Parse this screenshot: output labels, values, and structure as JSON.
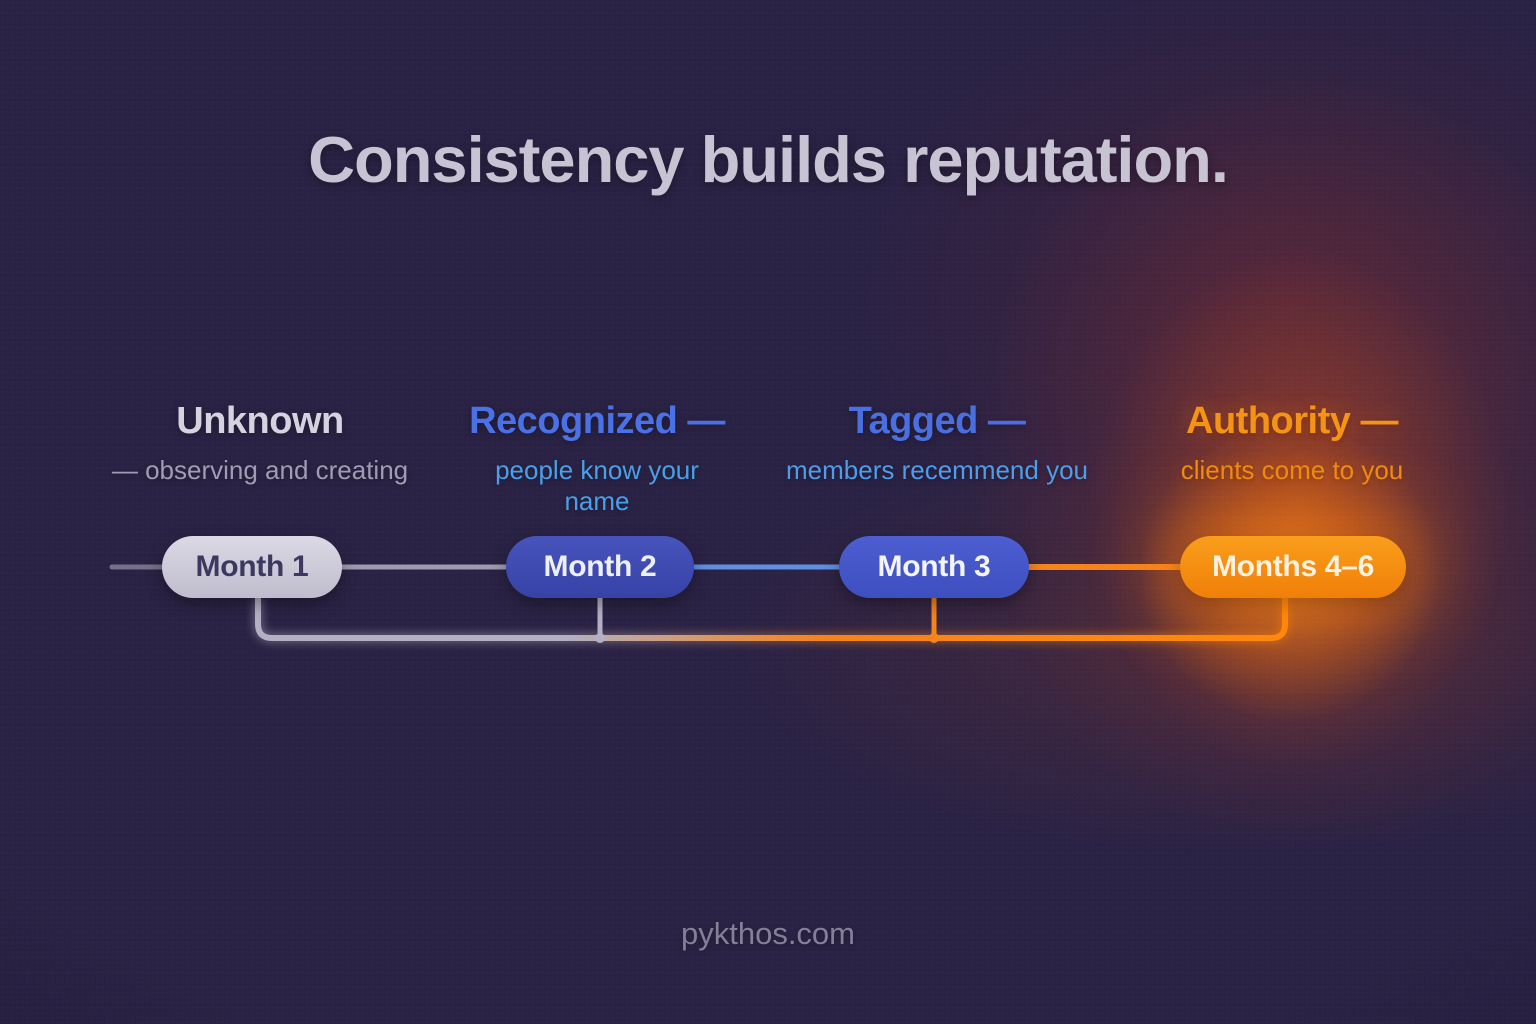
{
  "title": "Consistency builds reputation.",
  "footer": {
    "text": "pykthos.com"
  },
  "background": {
    "base_color": "#2a2244",
    "glow_orange": "#ff7e0a",
    "glow_red": "#8c2428"
  },
  "connectors": {
    "gray": "#b3b0c2",
    "blue": "#5e8fe0",
    "orange": "#f5831e",
    "deep_orange": "#ff8a0d"
  },
  "stages": [
    {
      "heading": "Unknown",
      "heading_color": "#d6d3e0",
      "subtitle": "— observing and creating",
      "subtitle_color": "#a19cb4",
      "pill": "Month 1",
      "pill_color": "#ccc9d8",
      "pill_text_color": "#3c3860"
    },
    {
      "heading": "Recognized —",
      "heading_color": "#4a72e6",
      "subtitle": "people know your name",
      "subtitle_color": "#49a0e8",
      "pill": "Month 2",
      "pill_color": "#3e4bb2",
      "pill_text_color": "#eef0f8"
    },
    {
      "heading": "Tagged —",
      "heading_color": "#4a6fe0",
      "subtitle": "members recemmend you",
      "subtitle_color": "#4f9ce8",
      "pill": "Month 3",
      "pill_color": "#4456c6",
      "pill_text_color": "#f4f5fb"
    },
    {
      "heading": "Authority —",
      "heading_color": "#f59414",
      "subtitle": "clients come to you",
      "subtitle_color": "#ee8c15",
      "pill": "Months 4–6",
      "pill_color": "#f68c10",
      "pill_text_color": "#fdf2e2"
    }
  ]
}
